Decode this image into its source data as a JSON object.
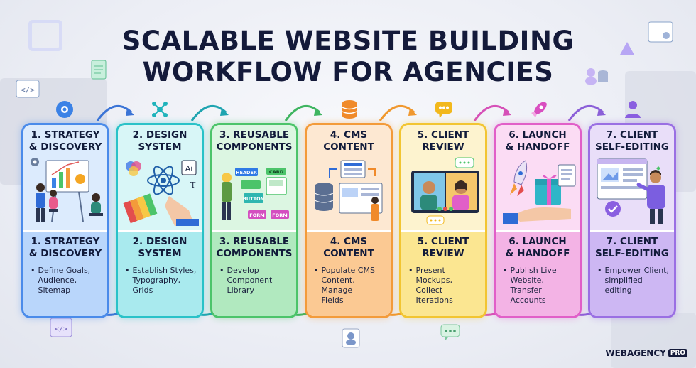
{
  "title": {
    "line1": "SCALABLE WEBSITE BUILDING",
    "line2": "WORKFLOW FOR AGENCIES"
  },
  "stages": [
    {
      "heading_top": [
        "1. STRATEGY",
        "& DISCOVERY"
      ],
      "heading_bottom": [
        "1. STRATEGY",
        "& DISCOVERY"
      ],
      "description": [
        "Define Goals,",
        "Audience, Sitemap"
      ],
      "border": "#4a8bea",
      "top_bg": "#dcebfd",
      "bottom_bg": "#b9d6fb",
      "icon": "gear-icon"
    },
    {
      "heading_top": [
        "2. DESIGN",
        "SYSTEM"
      ],
      "heading_bottom": [
        "2. DESIGN",
        "SYSTEM"
      ],
      "description": [
        "Establish Styles,",
        "Typography, Grids"
      ],
      "border": "#2ac2c8",
      "top_bg": "#d8f6f7",
      "bottom_bg": "#a9eaee",
      "icon": "network-icon"
    },
    {
      "heading_top": [
        "3. REUSABLE",
        "COMPONENTS"
      ],
      "heading_bottom": [
        "3. REUSABLE",
        "COMPONENTS"
      ],
      "description": [
        "Develop",
        "Component Library"
      ],
      "border": "#4cc46a",
      "top_bg": "#dcf6e2",
      "bottom_bg": "#b1e9bf",
      "icon": "",
      "components": [
        "HEADER",
        "CARD",
        "BUTTON",
        "FORM",
        "FORM"
      ]
    },
    {
      "heading_top": [
        "4. CMS",
        "CONTENT"
      ],
      "heading_bottom": [
        "4. CMS",
        "CONTENT"
      ],
      "description": [
        "Populate CMS",
        "Content, Manage",
        "Fields"
      ],
      "border": "#f39b3a",
      "top_bg": "#fde8d2",
      "bottom_bg": "#fbc993",
      "icon": "database-icon"
    },
    {
      "heading_top": [
        "5. CLIENT",
        "REVIEW"
      ],
      "heading_bottom": [
        "5. CLIENT",
        "REVIEW"
      ],
      "description": [
        "Present Mockups,",
        "Collect Iterations"
      ],
      "border": "#f2c531",
      "top_bg": "#fdf3cf",
      "bottom_bg": "#fbe691",
      "icon": "chat-icon"
    },
    {
      "heading_top": [
        "6. LAUNCH",
        "& HANDOFF"
      ],
      "heading_bottom": [
        "6. LAUNCH",
        "& HANDOFF"
      ],
      "description": [
        "Publish Live",
        "Website, Transfer",
        "Accounts"
      ],
      "border": "#e15fc8",
      "top_bg": "#fbdcf4",
      "bottom_bg": "#f3b3e5",
      "icon": "rocket-icon"
    },
    {
      "heading_top": [
        "7. CLIENT",
        "SELF-EDITING"
      ],
      "heading_bottom": [
        "7. CLIENT",
        "SELF-EDITING"
      ],
      "description": [
        "Empower Client,",
        "simplified editing"
      ],
      "border": "#9a6fe3",
      "top_bg": "#e9def9",
      "bottom_bg": "#cdb7f3",
      "icon": "user-icon"
    }
  ],
  "logo": {
    "name": "WEBAGENCY",
    "badge": "PRO"
  }
}
